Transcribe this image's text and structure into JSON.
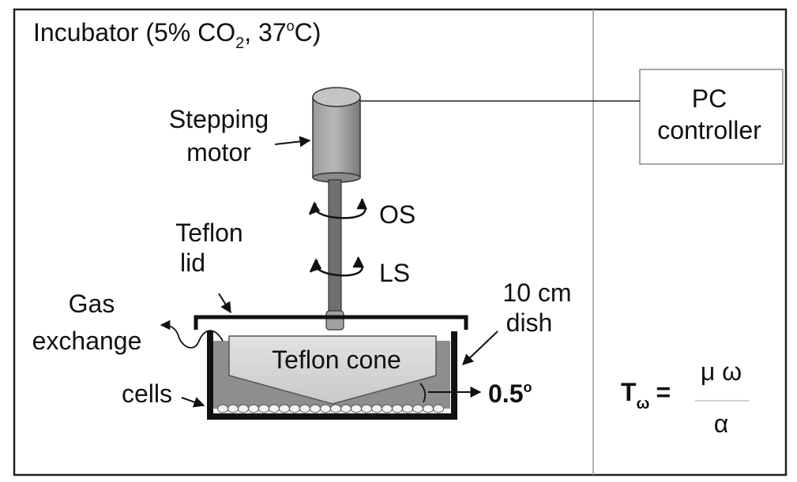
{
  "incubator": {
    "prefix": "Incubator (5% CO",
    "co2_subscript": "2",
    "mid": ", 37",
    "degree": "o",
    "suffix": "C)"
  },
  "pc_controller": {
    "line1": "PC",
    "line2": "controller"
  },
  "stepping_motor": {
    "line1": "Stepping",
    "line2": "motor"
  },
  "os_label": "OS",
  "ls_label": "LS",
  "teflon_lid": {
    "line1": "Teflon",
    "line2": "lid"
  },
  "gas_exchange": {
    "line1": "Gas",
    "line2": "exchange"
  },
  "dish": {
    "line1": "10 cm",
    "line2": "dish"
  },
  "teflon_cone": "Teflon cone",
  "cells": "cells",
  "angle": {
    "value": "0.5",
    "degree": "o"
  },
  "equation": {
    "lhs": "T",
    "lhs_subscript": "ω",
    "equals": "=",
    "numerator": "μ ω",
    "denominator": "α"
  },
  "colors": {
    "motor": "#8a8a8a",
    "medium": "#8c8c8c",
    "cone": "#d4d4d4",
    "shaft": "#707070",
    "dish": "#111111"
  }
}
